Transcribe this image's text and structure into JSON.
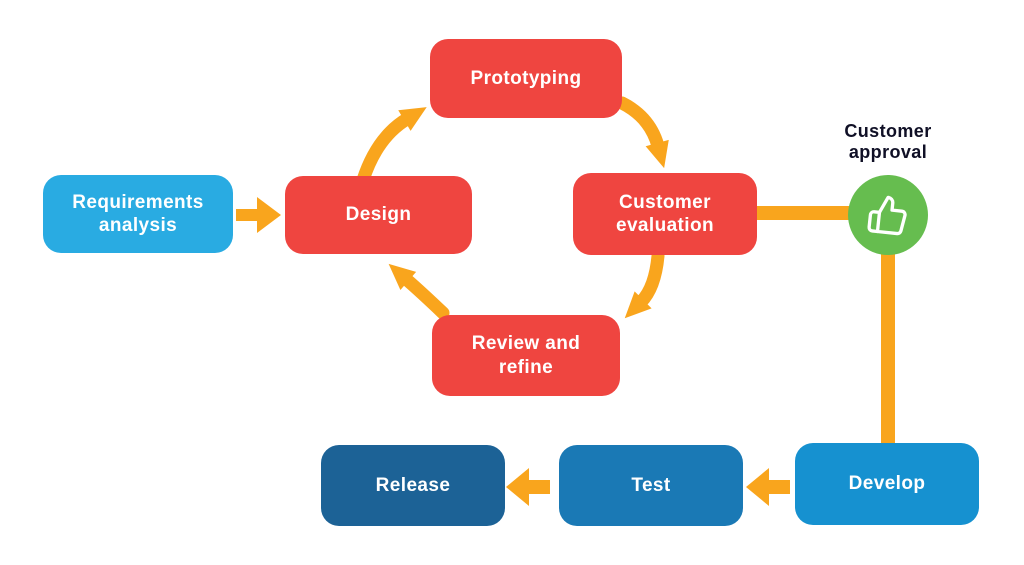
{
  "diagram": {
    "nodes": {
      "requirements_analysis": {
        "label": "Requirements\nanalysis",
        "color": "#29ABE2"
      },
      "design": {
        "label": "Design",
        "color": "#EF4540"
      },
      "prototyping": {
        "label": "Prototyping",
        "color": "#EF4540"
      },
      "customer_evaluation": {
        "label": "Customer\nevaluation",
        "color": "#EF4540"
      },
      "review_refine": {
        "label": "Review and\nrefine",
        "color": "#EF4540"
      },
      "release": {
        "label": "Release",
        "color": "#1C6296"
      },
      "test": {
        "label": "Test",
        "color": "#1A79B5"
      },
      "develop": {
        "label": "Develop",
        "color": "#1691D0"
      }
    },
    "annotation": {
      "customer_approval": {
        "label": "Customer\napproval",
        "text_color": "#101026",
        "badge_color": "#66BD4F",
        "icon": "thumbs-up-icon"
      }
    },
    "connector_color": "#F9A51D",
    "flow": [
      "Requirements analysis -> Design",
      "Design -> Prototyping",
      "Prototyping -> Customer evaluation",
      "Customer evaluation -> Review and refine",
      "Review and refine -> Design",
      "Customer evaluation -> Customer approval",
      "Customer approval -> Develop",
      "Develop -> Test",
      "Test -> Release"
    ]
  }
}
